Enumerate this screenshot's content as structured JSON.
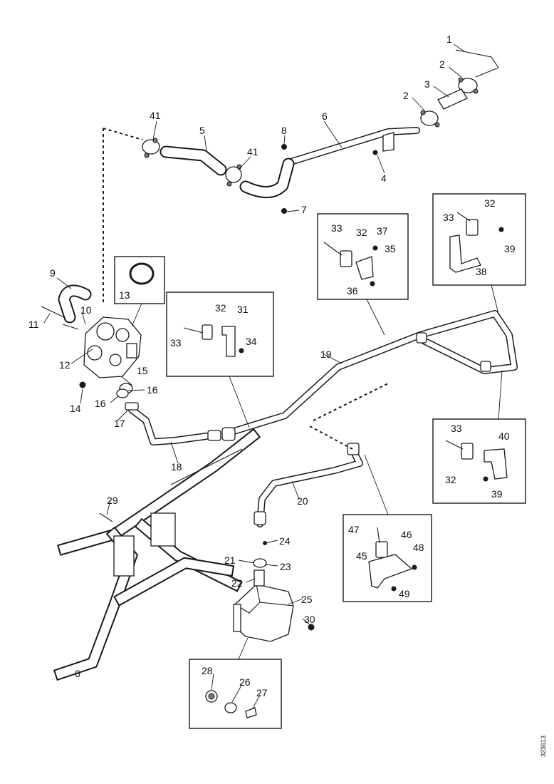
{
  "labels": {
    "l1": "1",
    "l2a": "2",
    "l2b": "2",
    "l3": "3",
    "l4": "4",
    "l5": "5",
    "l6a": "6",
    "l6b": "6",
    "l7": "7",
    "l8": "8",
    "l9": "9",
    "l10": "10",
    "l11": "11",
    "l12": "12",
    "l13": "13",
    "l14": "14",
    "l15": "15",
    "l16a": "16",
    "l16b": "16",
    "l17": "17",
    "l18": "18",
    "l19": "19",
    "l20": "20",
    "l21": "21",
    "l22": "22",
    "l23": "23",
    "l24": "24",
    "l25": "25",
    "l26": "26",
    "l27": "27",
    "l28": "28",
    "l29": "29",
    "l30": "30",
    "l31": "31",
    "l32a": "32",
    "l32b": "32",
    "l32c": "32",
    "l32d": "32",
    "l33a": "33",
    "l33b": "33",
    "l33c": "33",
    "l33d": "33",
    "l34": "34",
    "l35": "35",
    "l36": "36",
    "l37": "37",
    "l38": "38",
    "l39a": "39",
    "l39b": "39",
    "l40": "40",
    "l41a": "41",
    "l41b": "41",
    "l45": "45",
    "l46": "46",
    "l47": "47",
    "l48": "48",
    "l49": "49"
  },
  "document_id": "323613"
}
